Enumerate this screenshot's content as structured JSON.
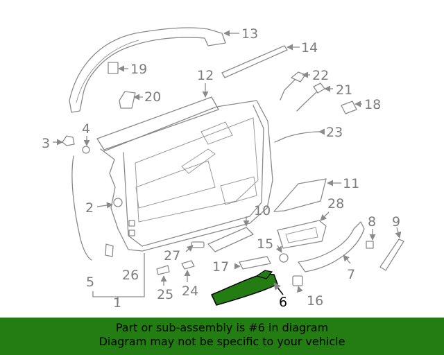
{
  "labels": {
    "l1": "1",
    "l2": "2",
    "l3": "3",
    "l4": "4",
    "l5": "5",
    "l6": "6",
    "l7": "7",
    "l8": "8",
    "l9": "9",
    "l10": "10",
    "l11": "11",
    "l12": "12",
    "l13": "13",
    "l14": "14",
    "l15": "15",
    "l16": "16",
    "l17": "17",
    "l18": "18",
    "l19": "19",
    "l20": "20",
    "l21": "21",
    "l22": "22",
    "l23": "23",
    "l24": "24",
    "l25": "25",
    "l26": "26",
    "l27": "27",
    "l28": "28"
  },
  "highlight": {
    "part": "6",
    "color": "#247d12"
  },
  "banner": {
    "line1": "Part or sub-assembly is #6 in diagram",
    "line2": "Diagram may not be specific to your vehicle",
    "color": "#247d12"
  }
}
